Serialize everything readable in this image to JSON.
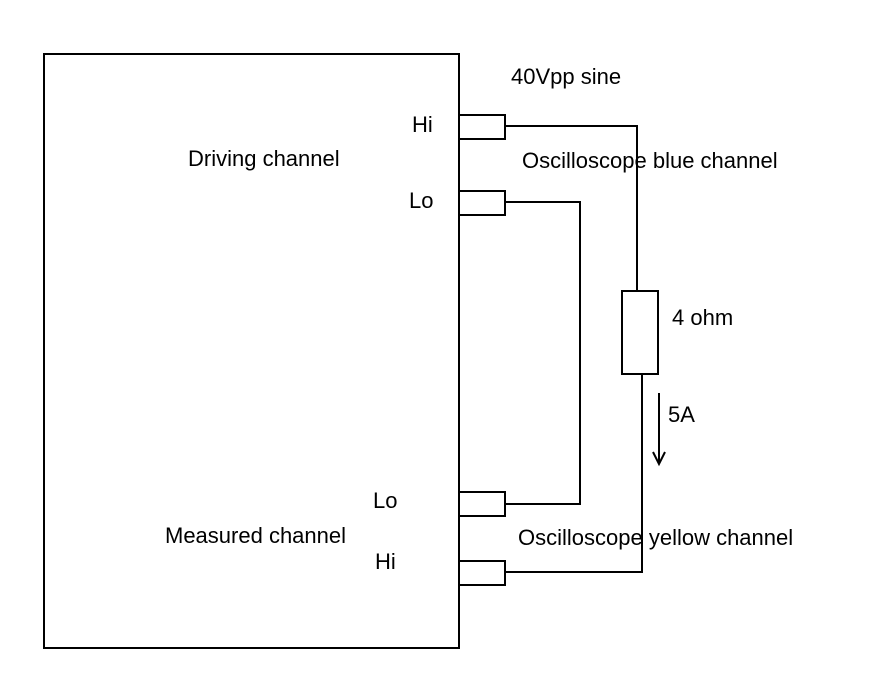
{
  "labels": {
    "source": "40Vpp sine",
    "driving_channel": "Driving channel",
    "measured_channel": "Measured channel",
    "drive_hi": "Hi",
    "drive_lo": "Lo",
    "meas_lo": "Lo",
    "meas_hi": "Hi",
    "scope_blue": "Oscilloscope blue channel",
    "scope_yellow": "Oscilloscope yellow channel",
    "resistor": "4 ohm",
    "current": "5A"
  },
  "colors": {
    "line": "#000000",
    "background": "#ffffff"
  }
}
